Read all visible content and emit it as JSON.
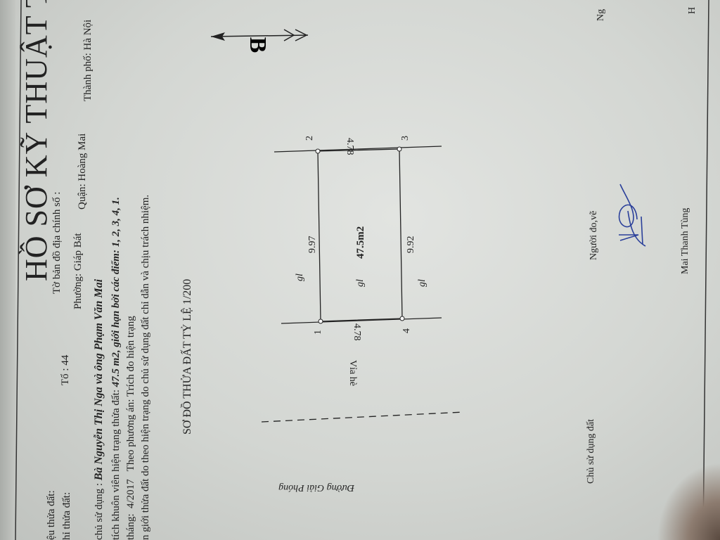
{
  "header": {
    "title": "HỒ SƠ KỸ THUẬT THỬA"
  },
  "info": {
    "line1_label": "ệu thửa đất:",
    "map_sheet": "Tờ bản đồ địa chính số :",
    "line2_label": "hỉ thửa đất:",
    "to": "Tổ : 44",
    "phuong": "Phường:  Giáp Bát",
    "quan": "Quận: Hoàng Mai",
    "thanh_pho": "Thành phố: Hà Nội",
    "owner_label": "chủ sử dụng :",
    "owner_value": "Bà Nguyễn Thị Nga và ông Phạm Văn Mai",
    "area_label": "tích khuôn viên hiện trạng thửa đất:",
    "area_value": "47.5 m2, giới hạn bởi các điểm: 1, 2, 3, 4, 1.",
    "date_label": "tháng:",
    "date_value": "4/2017",
    "method": "Theo phương án: Trích đo hiện trạng",
    "boundary_note": "n giới thửa đất do theo hiện trạng do chủ sử dụng đất chỉ dẫn và chịu trách nhiệm.",
    "diagram_title": "SƠ ĐỒ THỬA ĐẤT TỶ LỆ 1/200"
  },
  "diagram": {
    "north": "B",
    "points": [
      "1",
      "2",
      "3",
      "4"
    ],
    "side_12": "9.97",
    "side_34": "9.92",
    "side_23": "4.78",
    "side_41": "4.78",
    "area": "47.5m2",
    "land_codes": [
      "gl",
      "gl",
      "gl"
    ],
    "sidewalk": "Vỉa hè",
    "street": "Đường Giải Phóng"
  },
  "signatures": {
    "owner": "Chủ sử dụng đất",
    "surveyor": "Người đo,vẽ",
    "surveyor_name": "Mai Thanh Tùng",
    "partial_right_1": "Ng",
    "partial_right_2": "H"
  },
  "colors": {
    "ink": "#222222",
    "signature": "#2a3f9a",
    "paper": "#d8dad7"
  }
}
